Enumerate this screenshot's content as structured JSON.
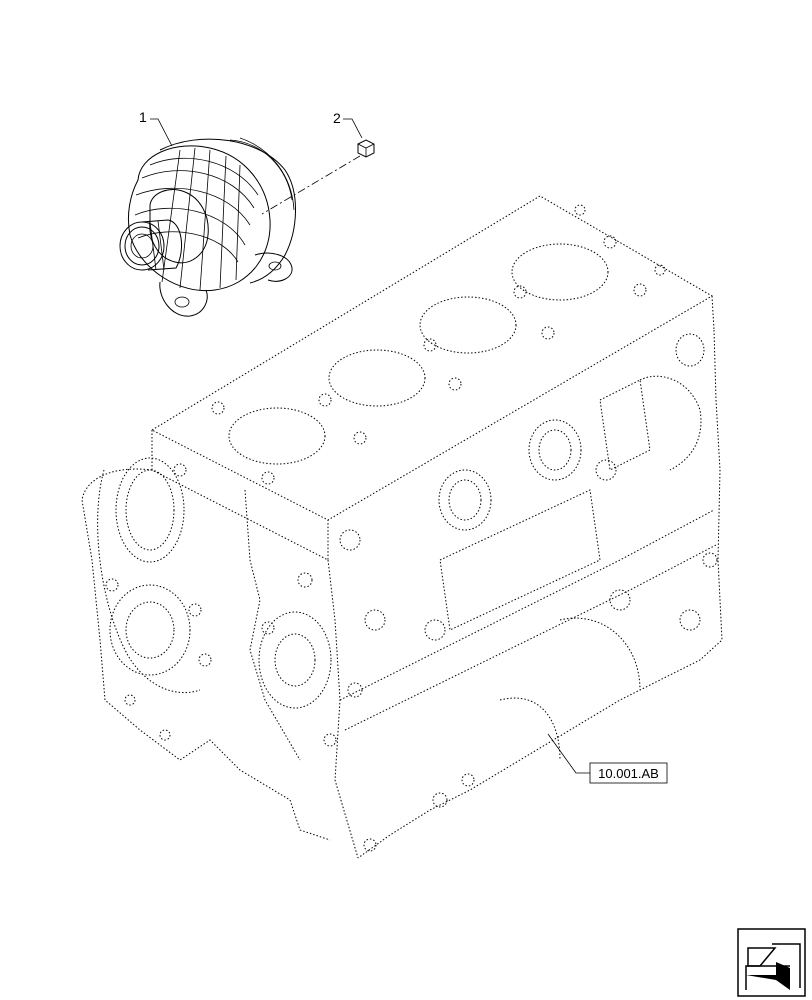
{
  "callouts": {
    "alternator": "1",
    "nut": "2"
  },
  "reference_label": "10.001.AB",
  "icons": {
    "nav": "previous-page-arrow-icon"
  }
}
